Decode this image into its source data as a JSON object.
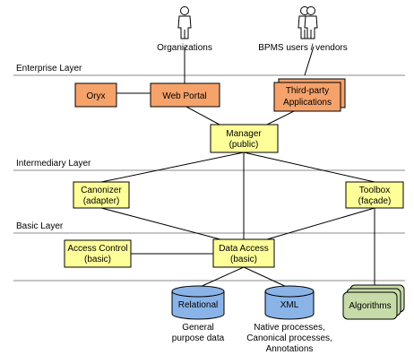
{
  "layers": {
    "enterprise": "Enterprise Layer",
    "intermediary": "Intermediary Layer",
    "basic": "Basic Layer"
  },
  "actors": {
    "organizations": "Organizations",
    "users": "BPMS users / vendors"
  },
  "enterprise": {
    "oryx": "Oryx",
    "web_portal": "Web Portal",
    "third_party_line1": "Third-party",
    "third_party_line2": "Applications"
  },
  "manager": {
    "line1": "Manager",
    "line2": "(public)"
  },
  "intermediary": {
    "canonizer_line1": "Canonizer",
    "canonizer_line2": "(adapter)",
    "toolbox_line1": "Toolbox",
    "toolbox_line2": "(façade)"
  },
  "basic": {
    "access_line1": "Access Control",
    "access_line2": "(basic)",
    "data_line1": "Data Access",
    "data_line2": "(basic)"
  },
  "storage": {
    "relational": "Relational",
    "xml": "XML",
    "algorithms": "Algorithms",
    "relational_desc_line1": "General",
    "relational_desc_line2": "purpose data",
    "xml_desc_line1": "Native processes,",
    "xml_desc_line2": "Canonical processes,",
    "xml_desc_line3": "Annotations"
  },
  "colors": {
    "orange": "#f5a26b",
    "yellow": "#ffff99",
    "db_blue": "#8ab4e8",
    "algo_green": "#c6dba8"
  }
}
